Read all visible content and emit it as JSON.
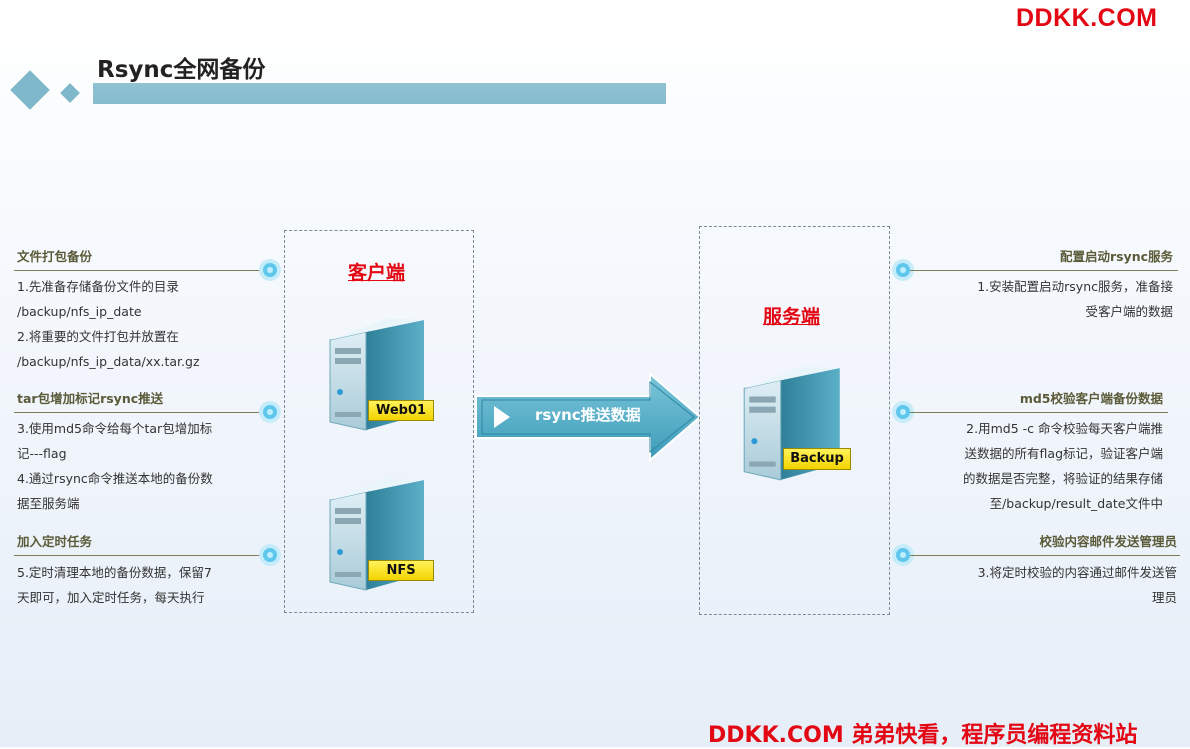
{
  "watermark": {
    "top": "DDKK.COM",
    "bottom": "DDKK.COM 弟弟快看，程序员编程资料站"
  },
  "title": "Rsync全网备份",
  "client": {
    "label": "客户端",
    "servers": [
      "Web01",
      "NFS"
    ]
  },
  "server": {
    "label": "服务端",
    "servers": [
      "Backup"
    ]
  },
  "arrow_label": "rsync推送数据",
  "left_sections": [
    {
      "heading": "文件打包备份",
      "lines": [
        "1.先准备存储备份文件的目录",
        "/backup/nfs_ip_date",
        "2.将重要的文件打包并放置在",
        "/backup/nfs_ip_data/xx.tar.gz"
      ]
    },
    {
      "heading": "tar包增加标记rsync推送",
      "lines": [
        "3.使用md5命令给每个tar包增加标",
        "记---flag",
        "4.通过rsync命令推送本地的备份数",
        "据至服务端"
      ]
    },
    {
      "heading": "加入定时任务",
      "lines": [
        "5.定时清理本地的备份数据，保留7",
        "天即可，加入定时任务，每天执行"
      ]
    }
  ],
  "right_sections": [
    {
      "heading": "配置启动rsync服务",
      "lines": [
        "1.安装配置启动rsync服务，准备接",
        "受客户端的数据"
      ]
    },
    {
      "heading": "md5校验客户端备份数据",
      "lines": [
        "2.用md5 -c 命令校验每天客户端推",
        "送数据的所有flag标记，验证客户端",
        "的数据是否完整，将验证的结果存储",
        "至/backup/result_date文件中"
      ]
    },
    {
      "heading": "校验内容邮件发送管理员",
      "lines": [
        "3.将定时校验的内容通过邮件发送管",
        "理员"
      ]
    }
  ]
}
